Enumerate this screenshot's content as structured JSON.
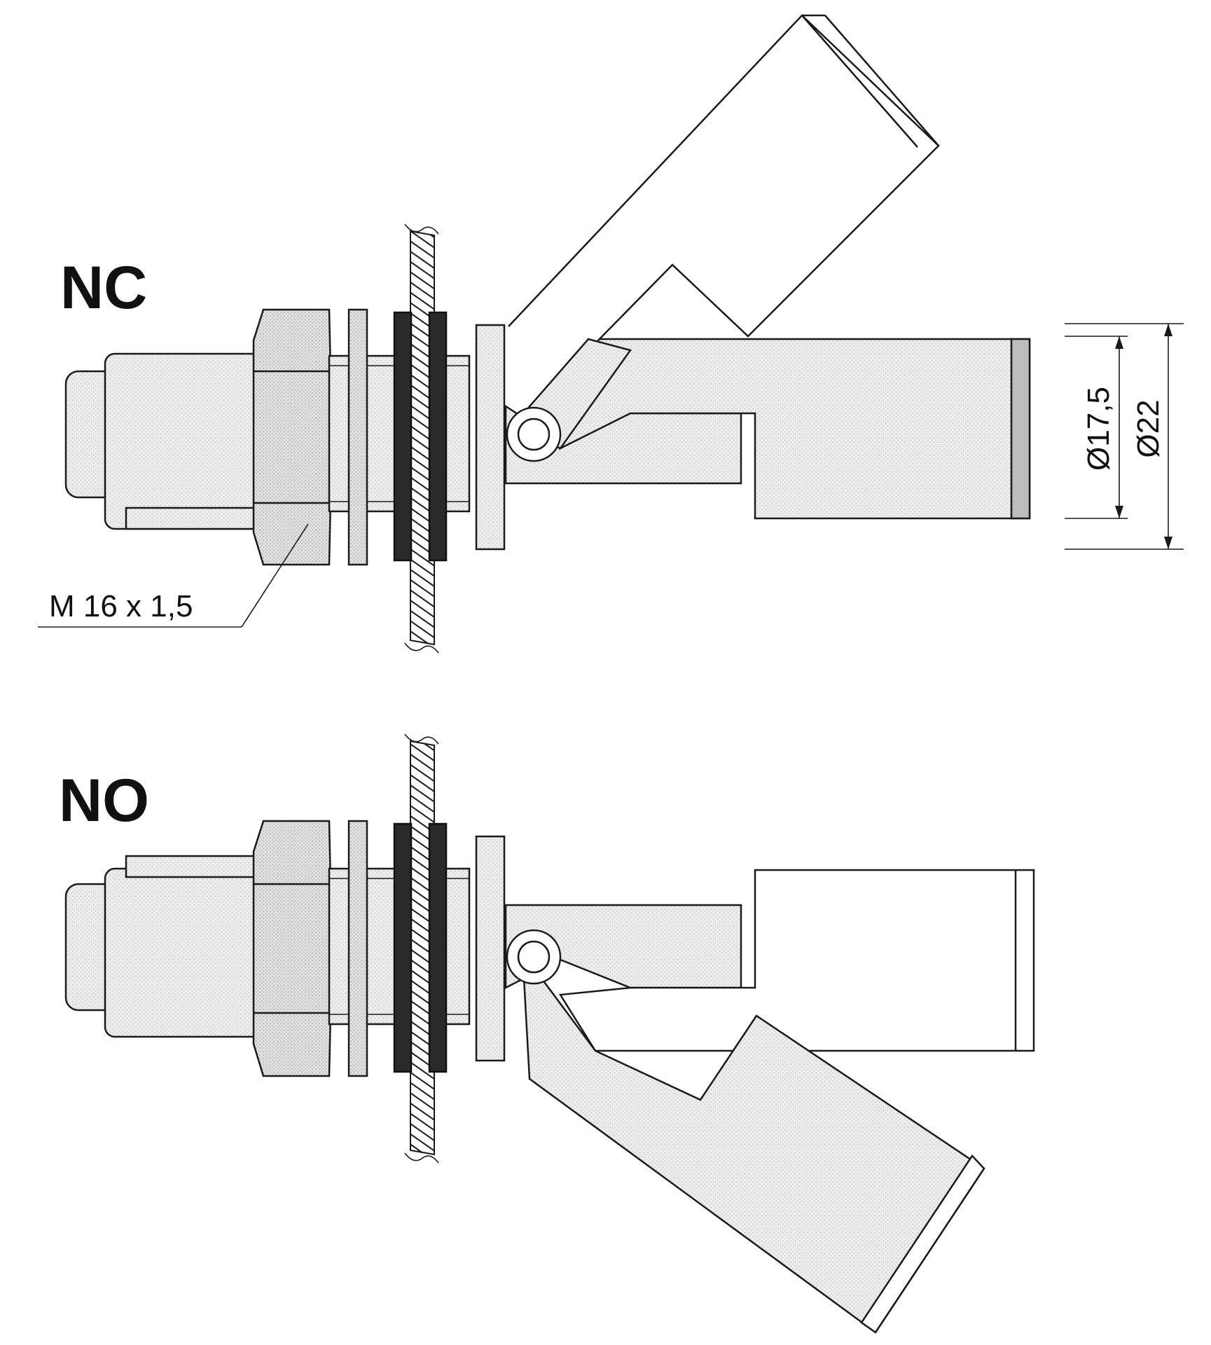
{
  "labels": {
    "nc": "NC",
    "no": "NO",
    "thread": "M 16 x 1,5",
    "dia_inner": "Ø17,5",
    "dia_outer": "Ø22"
  },
  "colors": {
    "line": "#1a1a1a",
    "body_fill": "#e6e6e6",
    "gasket": "#2a2a2a",
    "background": "#ffffff"
  }
}
